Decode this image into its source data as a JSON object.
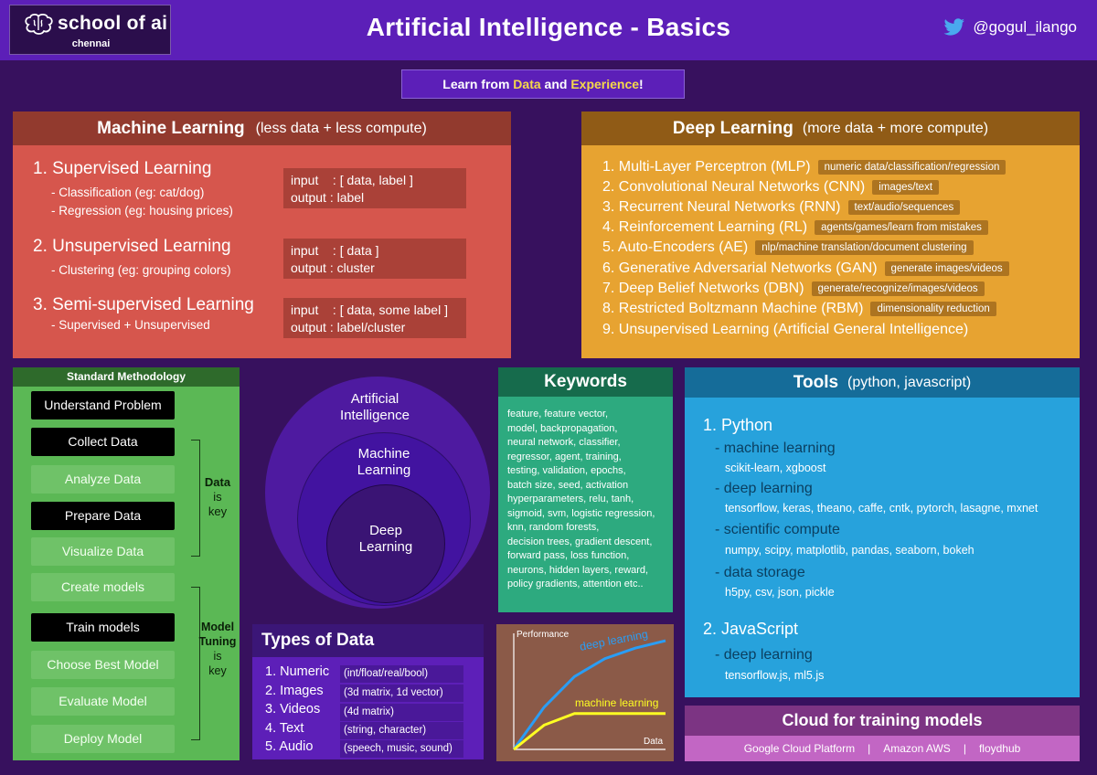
{
  "header": {
    "logo_title": "school of ai",
    "logo_subtitle": "chennai",
    "title": "Artificial Intelligence - Basics",
    "twitter_handle": "@gogul_ilango"
  },
  "tagline": {
    "prefix": "Learn from ",
    "data_word": "Data",
    "middle": " and ",
    "experience_word": "Experience",
    "suffix": "!"
  },
  "machine_learning": {
    "title": "Machine Learning",
    "subtitle": "(less data + less compute)",
    "sections": [
      {
        "title": "1. Supervised Learning",
        "items": [
          "- Classification (eg: cat/dog)",
          "- Regression (eg: housing prices)"
        ],
        "input": "input    : [ data, label ]",
        "output": "output : label"
      },
      {
        "title": "2. Unsupervised Learning",
        "items": [
          "- Clustering (eg: grouping colors)"
        ],
        "input": "input    : [ data ]",
        "output": "output : cluster"
      },
      {
        "title": "3. Semi-supervised Learning",
        "items": [
          "- Supervised + Unsupervised"
        ],
        "input": "input    : [ data, some label ]",
        "output": "output : label/cluster"
      }
    ]
  },
  "deep_learning": {
    "title": "Deep Learning",
    "subtitle": "(more data + more compute)",
    "items": [
      {
        "label": "1. Multi-Layer Perceptron (MLP)",
        "tag": "numeric data/classification/regression"
      },
      {
        "label": "2. Convolutional Neural Networks (CNN)",
        "tag": "images/text"
      },
      {
        "label": "3. Recurrent Neural Networks (RNN)",
        "tag": "text/audio/sequences"
      },
      {
        "label": "4. Reinforcement Learning (RL)",
        "tag": "agents/games/learn from mistakes"
      },
      {
        "label": "5. Auto-Encoders (AE)",
        "tag": "nlp/machine translation/document clustering"
      },
      {
        "label": "6. Generative Adversarial Networks (GAN)",
        "tag": "generate images/videos"
      },
      {
        "label": "7. Deep Belief Networks (DBN)",
        "tag": "generate/recognize/images/videos"
      },
      {
        "label": "8. Restricted Boltzmann Machine (RBM)",
        "tag": "dimensionality reduction"
      },
      {
        "label": "9. Unsupervised Learning (Artificial General Intelligence)",
        "tag": ""
      }
    ]
  },
  "methodology": {
    "title": "Standard Methodology",
    "steps": [
      "Understand Problem",
      "Collect Data",
      "Analyze Data",
      "Prepare Data",
      "Visualize Data",
      "Create models",
      "Train models",
      "Choose Best Model",
      "Evaluate Model",
      "Deploy Model"
    ],
    "data_key": {
      "bold": "Data",
      "rest1": "is",
      "rest2": "key"
    },
    "tuning_key": {
      "bold1": "Model",
      "bold2": "Tuning",
      "rest1": "is",
      "rest2": "key"
    }
  },
  "circles": {
    "outer": [
      "Artificial",
      "Intelligence"
    ],
    "middle": [
      "Machine",
      "Learning"
    ],
    "inner": [
      "Deep",
      "Learning"
    ]
  },
  "types_of_data": {
    "title": "Types of Data",
    "items": [
      {
        "label": "1. Numeric",
        "desc": "(int/float/real/bool)"
      },
      {
        "label": "2. Images",
        "desc": "(3d matrix, 1d vector)"
      },
      {
        "label": "3. Videos",
        "desc": "(4d matrix)"
      },
      {
        "label": "4. Text",
        "desc": "(string, character)"
      },
      {
        "label": "5. Audio",
        "desc": "(speech, music, sound)"
      }
    ]
  },
  "keywords": {
    "title": "Keywords",
    "lines": [
      "feature, feature vector,",
      "model, backpropagation,",
      "neural network, classifier,",
      "regressor, agent, training,",
      "testing, validation, epochs,",
      "batch size, seed, activation",
      "hyperparameters, relu, tanh,",
      "sigmoid, svm, logistic regression,",
      "knn, random forests,",
      "decision trees, gradient descent,",
      "forward pass, loss function,",
      "neurons, hidden layers, reward,",
      "policy gradients, attention etc.."
    ]
  },
  "chart_data": {
    "type": "line",
    "xlabel": "Data",
    "ylabel": "Performance",
    "series": [
      {
        "name": "deep learning",
        "color": "#2a9df4",
        "points": [
          [
            0,
            0
          ],
          [
            20,
            40
          ],
          [
            40,
            69
          ],
          [
            60,
            86
          ],
          [
            80,
            96
          ],
          [
            100,
            103
          ]
        ]
      },
      {
        "name": "machine learning",
        "color": "#ffff22",
        "points": [
          [
            0,
            0
          ],
          [
            20,
            23
          ],
          [
            40,
            34
          ],
          [
            60,
            34
          ],
          [
            80,
            34
          ],
          [
            100,
            34
          ]
        ]
      }
    ],
    "xlim": [
      0,
      100
    ],
    "ylim": [
      0,
      110
    ],
    "grid": false
  },
  "tools": {
    "title": "Tools",
    "subtitle": "(python, javascript)",
    "python": {
      "title": "1. Python",
      "groups": [
        {
          "name": "- machine learning",
          "libs": "scikit-learn, xgboost"
        },
        {
          "name": "- deep learning",
          "libs": "tensorflow, keras, theano, caffe, cntk, pytorch, lasagne, mxnet"
        },
        {
          "name": "- scientific compute",
          "libs": "numpy, scipy, matplotlib, pandas, seaborn, bokeh"
        },
        {
          "name": "- data storage",
          "libs": "h5py, csv, json, pickle"
        }
      ]
    },
    "javascript": {
      "title": "2. JavaScript",
      "groups": [
        {
          "name": "- deep learning",
          "libs": "tensorflow.js, ml5.js"
        }
      ]
    }
  },
  "cloud": {
    "title": "Cloud for training models",
    "providers": [
      "Google Cloud Platform",
      "Amazon AWS",
      "floydhub"
    ],
    "separator": "|"
  },
  "colors": {
    "header": "#5c1fb8",
    "ml_box": "#d6564d",
    "dl_box": "#e7a331",
    "methodology": "#5bb855",
    "keywords": "#2daa7f",
    "tools": "#27a2dc",
    "cloud": "#c266c4"
  }
}
